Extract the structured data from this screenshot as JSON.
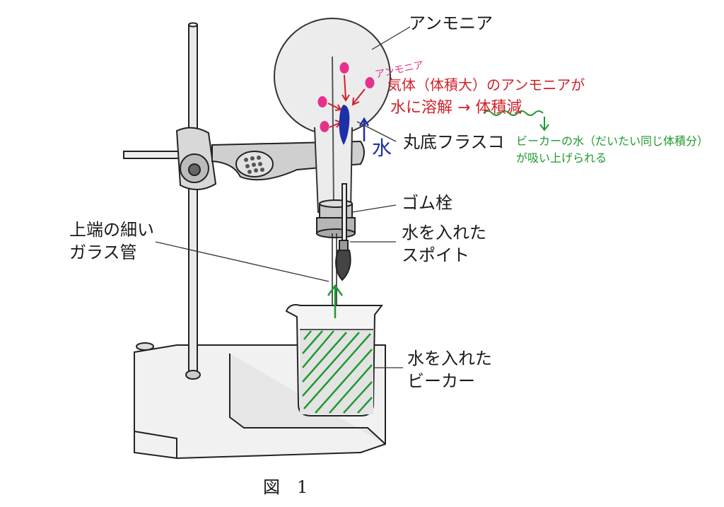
{
  "labels": {
    "ammonia": "アンモニア",
    "flask": "丸底フラスコ",
    "stopper": "ゴム栓",
    "dropper_line1": "水を入れた",
    "dropper_line2": "スポイト",
    "tube_line1": "上端の細い",
    "tube_line2": "ガラス管",
    "beaker_line1": "水を入れた",
    "beaker_line2": "ビーカー",
    "figure_caption": "図　1"
  },
  "annotations": {
    "ammonia_small": "アンモニア",
    "gas_line": "気体（体積大）のアンモニアが",
    "dissolve_line": "水に溶解 → 体積減",
    "water_mark": "水",
    "beaker_note_line1": "ビーカーの水（だいたい同じ体積分）",
    "beaker_note_line2": "が吸い上げられる"
  },
  "colors": {
    "ink": "#1a1a1a",
    "red_annotation": "#d0202a",
    "magenta_dots": "#e5318c",
    "green_annotation": "#1f9a2e",
    "blue_annotation": "#1e2fa8"
  }
}
